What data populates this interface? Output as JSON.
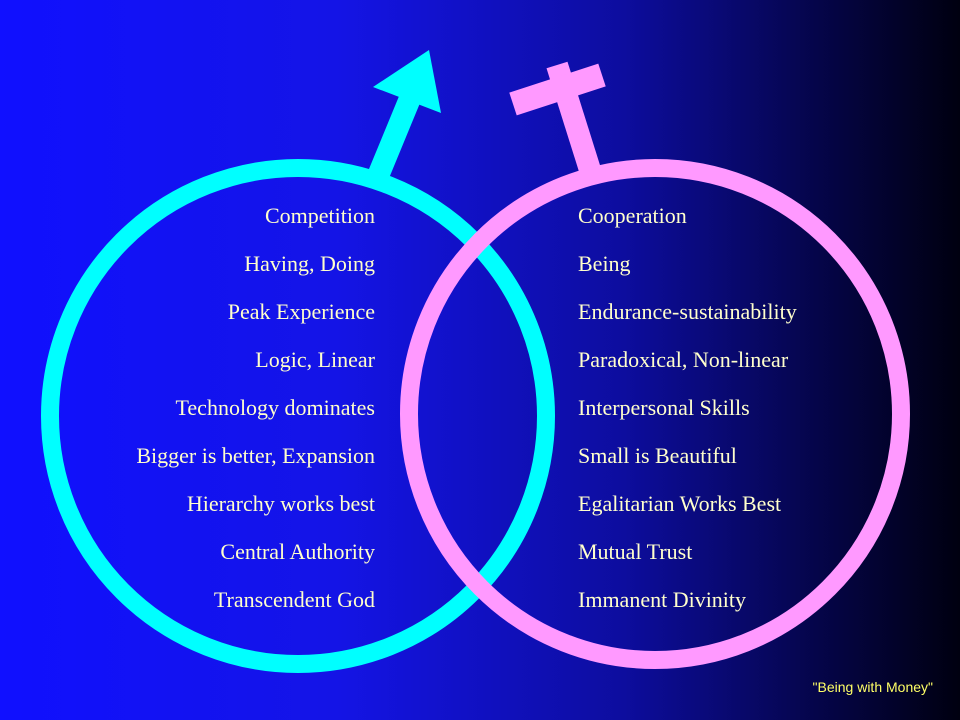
{
  "colors": {
    "male_symbol": "#00ffff",
    "female_symbol": "#ff99ff",
    "text": "#ffffcc",
    "credit": "#ffff66",
    "background_start": "#1010ff",
    "background_end": "#000010"
  },
  "left_items": [
    "Competition",
    "Having, Doing",
    "Peak Experience",
    "Logic, Linear",
    "Technology dominates",
    "Bigger is better, Expansion",
    "Hierarchy works best",
    "Central Authority",
    "Transcendent God"
  ],
  "right_items": [
    "Cooperation",
    "Being",
    "Endurance-sustainability",
    "Paradoxical, Non-linear",
    "Interpersonal Skills",
    "Small is Beautiful",
    "Egalitarian Works Best",
    "Mutual Trust",
    "Immanent Divinity"
  ],
  "credit": "\"Being with Money\""
}
